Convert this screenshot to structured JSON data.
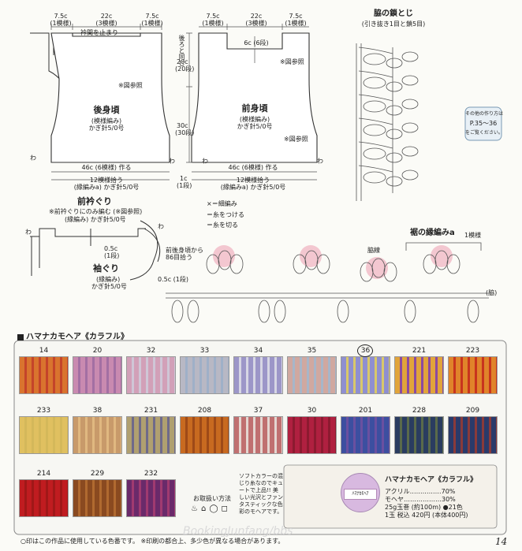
{
  "back": {
    "top_dims": [
      "7.5c",
      "22c",
      "7.5c"
    ],
    "top_rows": [
      "(1模様)",
      "(3模様)",
      "(1模様)"
    ],
    "neck_note": "衿間を止まり",
    "ref": "※図参照",
    "title": "後身頃",
    "sub": "(模様編み)",
    "hook": "かぎ針5/0号",
    "bottom": "46c (6模様) 作る",
    "pickup": "12模様拾う",
    "pickup2": "(縁編みa) かぎ針5/0号",
    "side_a": "わ",
    "side_b": "わ"
  },
  "front": {
    "top_dims": [
      "7.5c",
      "22c",
      "7.5c"
    ],
    "top_rows": [
      "(1模様)",
      "(3模様)",
      "(1模様)"
    ],
    "center": "6c (6段)",
    "ref": "※図参照",
    "ref2": "※図参照",
    "same": "後ろと同じ",
    "h1": "20c",
    "h1r": "(20段)",
    "h2": "30c",
    "h2r": "(30段)",
    "h3": "1c",
    "h3r": "(1段)",
    "title": "前身頃",
    "sub": "(模様編み)",
    "hook": "かぎ針5/0号",
    "bottom": "46c (6模様) 作る",
    "pickup": "12模様拾う",
    "pickup2": "(縁編みa) かぎ針5/0号",
    "side_a": "わ",
    "side_b": "わ"
  },
  "side_seam": {
    "title": "脇の鎖とじ",
    "sub": "(引き抜き1目と鎖5目)"
  },
  "howto": {
    "line1": "その他の作り方は",
    "line2": "P.35～36",
    "line3": "をご覧ください。"
  },
  "neck": {
    "title": "前衿ぐり",
    "note1": "※前衿ぐりにのみ編む (※図参照)",
    "note2": "(縁編み) かぎ針5/0号",
    "dim": "0.5c",
    "dimr": "(1段)",
    "a": "わ"
  },
  "sleeve": {
    "title": "袖ぐり",
    "sub": "(縁編み)",
    "hook": "かぎ針5/0号",
    "pick1": "前後身頃から",
    "pick2": "86目拾う",
    "dim": "0.5c (1段)",
    "a": "わ"
  },
  "legend": {
    "sc": "×＝細編み",
    "join": "＝糸をつける",
    "cut": "＝糸を切る"
  },
  "edging": {
    "title": "裾の縁編みa",
    "rep": "1模様",
    "line": "脇線",
    "start": "(脇)"
  },
  "yarn": {
    "header": "ハマナカモヘア《カラフル》",
    "swatches": [
      {
        "n": "14",
        "c1": "#d9742e",
        "c2": "#c4442a"
      },
      {
        "n": "20",
        "c1": "#c98ab0",
        "c2": "#a36fa3"
      },
      {
        "n": "32",
        "c1": "#d2a0b8",
        "c2": "#cfc6d6"
      },
      {
        "n": "33",
        "c1": "#b8b8c4",
        "c2": "#9fb0c8"
      },
      {
        "n": "34",
        "c1": "#9c96c8",
        "c2": "#d6d6e4"
      },
      {
        "n": "35",
        "c1": "#d0a8a0",
        "c2": "#a7b6c9"
      },
      {
        "n": "36",
        "c1": "#8f8fd0",
        "c2": "#d9c86a"
      },
      {
        "n": "221",
        "c1": "#e1a43a",
        "c2": "#8c4aa0"
      },
      {
        "n": "223",
        "c1": "#e0842a",
        "c2": "#c8341e"
      },
      {
        "n": "233",
        "c1": "#e0c060",
        "c2": "#d4b85a"
      },
      {
        "n": "38",
        "c1": "#c89a6a",
        "c2": "#e0b880"
      },
      {
        "n": "231",
        "c1": "#b0a070",
        "c2": "#6f6a8a"
      },
      {
        "n": "208",
        "c1": "#c86a20",
        "c2": "#9e4a18"
      },
      {
        "n": "37",
        "c1": "#c07070",
        "c2": "#e4d6d0"
      },
      {
        "n": "30",
        "c1": "#b02040",
        "c2": "#8c1a30"
      },
      {
        "n": "201",
        "c1": "#3c4fa0",
        "c2": "#6a50a0"
      },
      {
        "n": "228",
        "c1": "#2a3c60",
        "c2": "#5a6a4a"
      },
      {
        "n": "209",
        "c1": "#2a3a6a",
        "c2": "#8a3a3a"
      },
      {
        "n": "214",
        "c1": "#c01c20",
        "c2": "#a01818"
      },
      {
        "n": "229",
        "c1": "#8a4a20",
        "c2": "#b06a30"
      },
      {
        "n": "232",
        "c1": "#6a2a6a",
        "c2": "#a03a70"
      }
    ],
    "desc": "ソフトカラーの混じり糸なのでキュートで上品!! 美しい光沢とファンタスティックな色彩のモヘアです。",
    "care": "お取扱い方法",
    "product": "ハマナカモヘア《カラフル》",
    "spec1": "アクリル……………70%",
    "spec2": "モヘヤ………………30%",
    "spec3": "25g玉巻 (約100m) ●21色",
    "spec4": "1玉 税込 420円 (本体400円)",
    "ball_label": "ﾊﾏﾅｶﾓﾍｱ",
    "footnote": "○印はこの作品に使用している色番です。 ※印刷の都合上、多少色が異なる場合があります。",
    "watermark": "BookingJunfang/bbs"
  },
  "page": "14"
}
